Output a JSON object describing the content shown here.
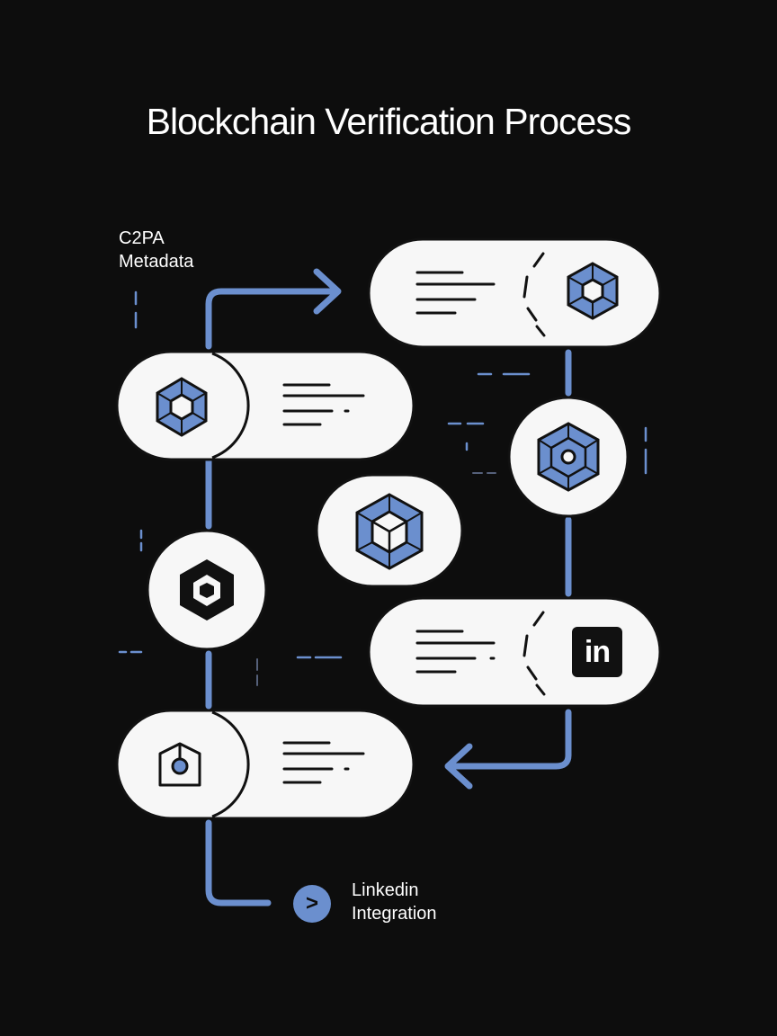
{
  "title": "Blockchain Verification Process",
  "labels": {
    "start_line1": "C2PA",
    "start_line2": "Metadata",
    "end_line1": "Linkedin",
    "end_line2": "Integration"
  },
  "badge": {
    "linkedin_text": "in",
    "go_symbol": ">"
  },
  "icons": [
    "hexagon-ring-icon",
    "hexagon-ring-icon",
    "hexagon-node-icon",
    "cube-icon",
    "hexagon-chain-icon",
    "linkedin-icon",
    "location-pin-icon",
    "go-arrow-icon"
  ],
  "colors": {
    "background": "#0d0d0d",
    "accent_blue": "#6b8fce",
    "card_fill": "#f7f7f7",
    "stroke": "#111111",
    "text": "#ffffff"
  }
}
